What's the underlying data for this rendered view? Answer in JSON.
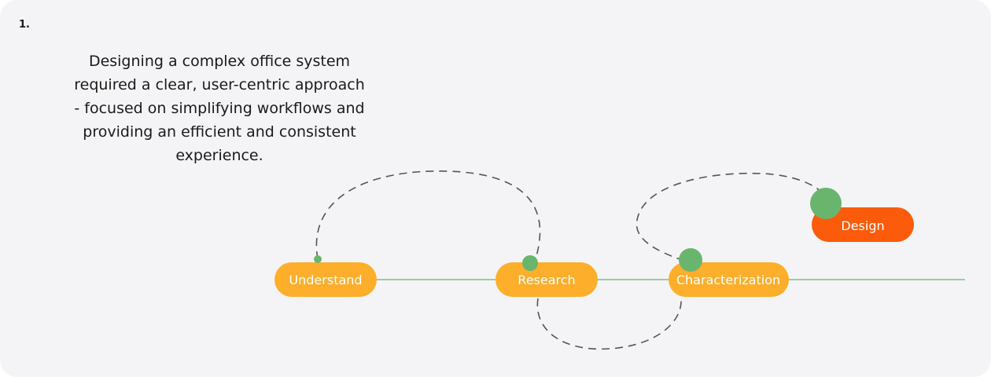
{
  "step": {
    "number": "1."
  },
  "intro": {
    "text": "Designing a complex office system required a clear, user-centric approach - focused on simplifying workflows and providing an efficient and consistent experience."
  },
  "process": {
    "stages": [
      {
        "label": "Understand"
      },
      {
        "label": "Research"
      },
      {
        "label": "Characterization"
      },
      {
        "label": "Design"
      }
    ]
  },
  "colors": {
    "stage_pill": "#fdae2b",
    "active_pill": "#fb5b0a",
    "node": "#6ab56e",
    "timeline": "#6ab56e",
    "dashed_path": "#555555",
    "card_background": "#f4f4f6",
    "text": "#1a1a1a"
  }
}
